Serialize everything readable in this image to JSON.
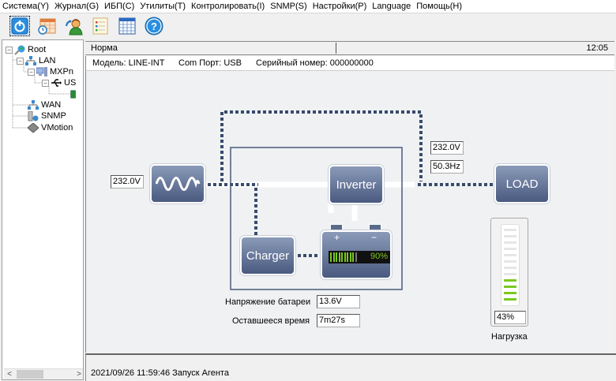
{
  "menu": [
    "Система(Y)",
    "Журнал(G)",
    "ИБП(C)",
    "Утилиты(T)",
    "Контролировать(I)",
    "SNMP(S)",
    "Настройки(P)",
    "Language",
    "Помощь(H)"
  ],
  "toolbar": {
    "buttons": [
      "power-icon",
      "schedule-icon",
      "user-icon",
      "event-log-icon",
      "data-log-icon",
      "help-icon"
    ]
  },
  "tree": {
    "items": [
      {
        "label": "Root",
        "icon": "network-globe-icon"
      },
      {
        "label": "LAN",
        "icon": "lan-network-icon"
      },
      {
        "label": "MXPn",
        "icon": "computer-icon"
      },
      {
        "label": "US",
        "icon": "usb-icon"
      },
      {
        "label": "",
        "icon": "ups-device-icon"
      },
      {
        "label": "WAN",
        "icon": "wan-network-icon"
      },
      {
        "label": "SNMP",
        "icon": "snmp-icon"
      },
      {
        "label": "VMotion",
        "icon": "vmotion-icon"
      }
    ]
  },
  "status": {
    "state": "Норма",
    "time": "12:05"
  },
  "info": {
    "model": "Модель: LINE-INT",
    "port": "Com Порт: USB",
    "serial": "Серийный номер: 000000000"
  },
  "diagram": {
    "input_voltage": "232.0V",
    "output_voltage": "232.0V",
    "output_frequency": "50.3Hz",
    "inverter_label": "Inverter",
    "charger_label": "Charger",
    "load_label": "LOAD",
    "battery_plus": "+",
    "battery_minus": "−",
    "battery_percent": "90%",
    "battery_fraction": 0.9,
    "battery_voltage_label": "Напряжение батареи",
    "battery_voltage": "13.6V",
    "remaining_time_label": "Оставшееся время",
    "remaining_time": "7m27s",
    "load_percent": "43%",
    "load_fraction": 0.43,
    "load_label_ru": "Нагрузка"
  },
  "bottom": {
    "message": "2021/09/26 11:59:46  Запуск Агента"
  }
}
